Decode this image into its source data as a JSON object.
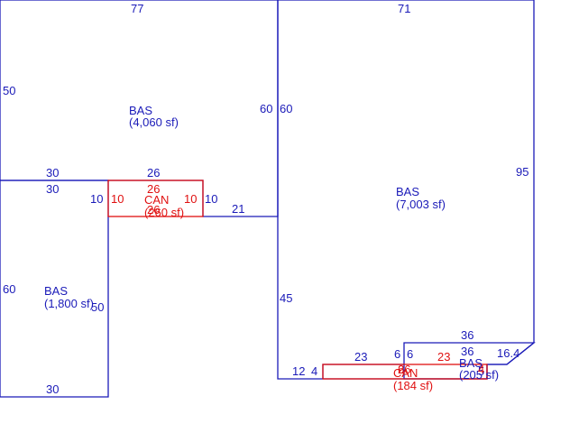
{
  "colors": {
    "main_outline": "#1a1ab8",
    "canopy_outline": "#e01010"
  },
  "areas": [
    {
      "label": "BAS",
      "size": "(4,060 sf)",
      "kind": "main"
    },
    {
      "label": "BAS",
      "size": "(7,003 sf)",
      "kind": "main"
    },
    {
      "label": "BAS",
      "size": "(1,800 sf)",
      "kind": "main"
    },
    {
      "label": "BAS",
      "size": "(205 sf)",
      "kind": "main"
    },
    {
      "label": "CAN",
      "size": "(260 sf)",
      "kind": "canopy"
    },
    {
      "label": "CAN",
      "size": "(184 sf)",
      "kind": "canopy"
    }
  ],
  "dimensions": {
    "blue": [
      "77",
      "71",
      "50",
      "60",
      "60",
      "95",
      "30",
      "26",
      "30",
      "10",
      "10",
      "21",
      "60",
      "50",
      "45",
      "30",
      "36",
      "36",
      "16.4",
      "23",
      "6",
      "6",
      "12",
      "4",
      "5"
    ],
    "red": [
      "26",
      "10",
      "10",
      "26",
      "23",
      "6",
      "26",
      "4"
    ]
  }
}
